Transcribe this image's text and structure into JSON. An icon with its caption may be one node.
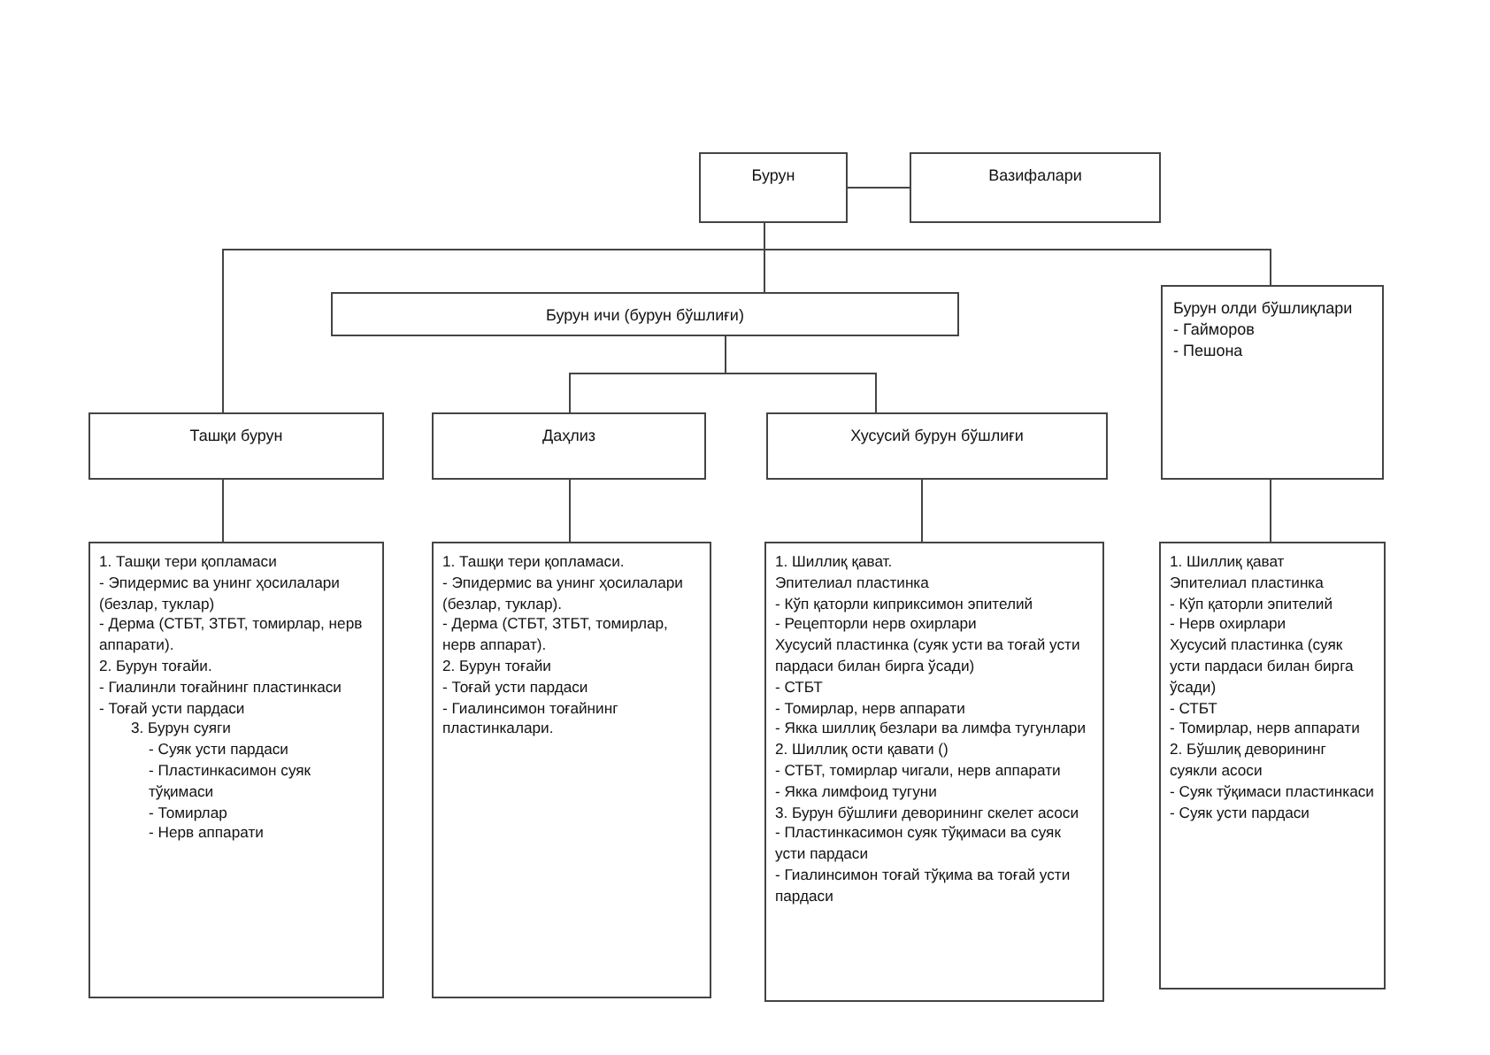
{
  "diagram": {
    "nodes": [
      {
        "text": [
          "Бурун"
        ]
      },
      {
        "text": [
          "Вазифалари"
        ]
      },
      {
        "text": [
          "Бурун ичи (бурун бўшлиғи)"
        ]
      },
      {
        "text": [
          "Бурун олди бўшлиқлари",
          "- Гайморов",
          "- Пешона"
        ]
      },
      {
        "text": [
          "Ташқи бурун"
        ]
      },
      {
        "text": [
          "Даҳлиз"
        ]
      },
      {
        "text": [
          "Хусусий бурун бўшлиғи"
        ]
      },
      {
        "text": [
          "1. Ташқи тери қопламаси",
          "- Эпидермис ва унинг ҳосилалари (безлар, туклар)",
          "- Дерма (СТБТ, ЗТБТ, томирлар, нерв аппарати).",
          "2. Бурун тоғайи.",
          "- Гиалинли тоғайнинг пластинкаси",
          "- Тоғай усти пардаси",
          "3. Бурун суяги",
          "- Суяк усти пардаси",
          "- Пластинкасимон суяк тўқимаси",
          "- Томирлар",
          "- Нерв аппарати"
        ]
      },
      {
        "text": [
          "1. Ташқи тери қопламаси.",
          "- Эпидермис ва унинг ҳосилалари (безлар, туклар).",
          "- Дерма (СТБТ, ЗТБТ, томирлар, нерв аппарат).",
          "2. Бурун тоғайи",
          "- Тоғай усти пардаси",
          "- Гиалинсимон тоғайнинг пластинкалари."
        ]
      },
      {
        "text": [
          "1. Шиллиқ қават.",
          "Эпителиал пластинка",
          "- Кўп қаторли киприксимон эпителий",
          "- Рецепторли нерв охирлари",
          "Хусусий пластинка (суяк усти ва тоғай усти пардаси билан бирга ўсади)",
          "- СТБТ",
          "- Томирлар, нерв аппарати",
          "- Якка шиллиқ безлари ва лимфа тугунлари",
          "2. Шиллиқ ости қавати ()",
          "- СТБТ, томирлар чигали, нерв аппарати",
          "- Якка лимфоид тугуни",
          "3. Бурун бўшлиғи деворининг скелет асоси",
          "- Пластинкасимон суяк тўқимаси ва суяк усти пардаси",
          "- Гиалинсимон тоғай тўқима ва тоғай усти пардаси"
        ]
      },
      {
        "text": [
          "1. Шиллиқ қават",
          "Эпителиал пластинка",
          "- Кўп қаторли эпителий",
          "- Нерв охирлари",
          "Хусусий пластинка (суяк усти пардаси билан бирга ўсади)",
          "- СТБТ",
          "- Томирлар, нерв аппарати",
          "2. Бўшлиқ деворининг суякли асоси",
          "- Суяк тўқимаси пластинкаси",
          "- Суяк усти пардаси"
        ]
      }
    ],
    "edges": [
      {
        "from": 0,
        "to": 1,
        "arrow": "none"
      },
      {
        "from": 0,
        "to": 4,
        "arrow": "none"
      },
      {
        "from": 0,
        "to": 2,
        "arrow": "none"
      },
      {
        "from": 0,
        "to": 3,
        "arrow": "none"
      },
      {
        "from": 2,
        "to": 5,
        "arrow": "none"
      },
      {
        "from": 2,
        "to": 6,
        "arrow": "none"
      },
      {
        "from": 4,
        "to": 7,
        "arrow": "none"
      },
      {
        "from": 5,
        "to": 8,
        "arrow": "none"
      },
      {
        "from": 6,
        "to": 9,
        "arrow": "none"
      },
      {
        "from": 3,
        "to": 10,
        "arrow": "none"
      }
    ]
  }
}
